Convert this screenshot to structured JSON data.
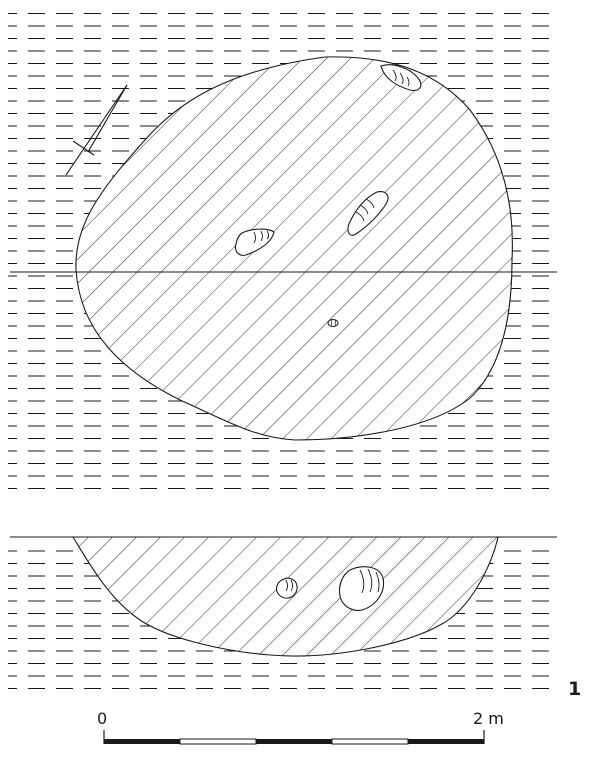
{
  "figure": {
    "number": "1"
  },
  "scale_bar": {
    "start_label": "0",
    "end_label": "2 m",
    "segments": 5
  },
  "colors": {
    "ink": "#1a1a1a",
    "background": "#ffffff"
  }
}
